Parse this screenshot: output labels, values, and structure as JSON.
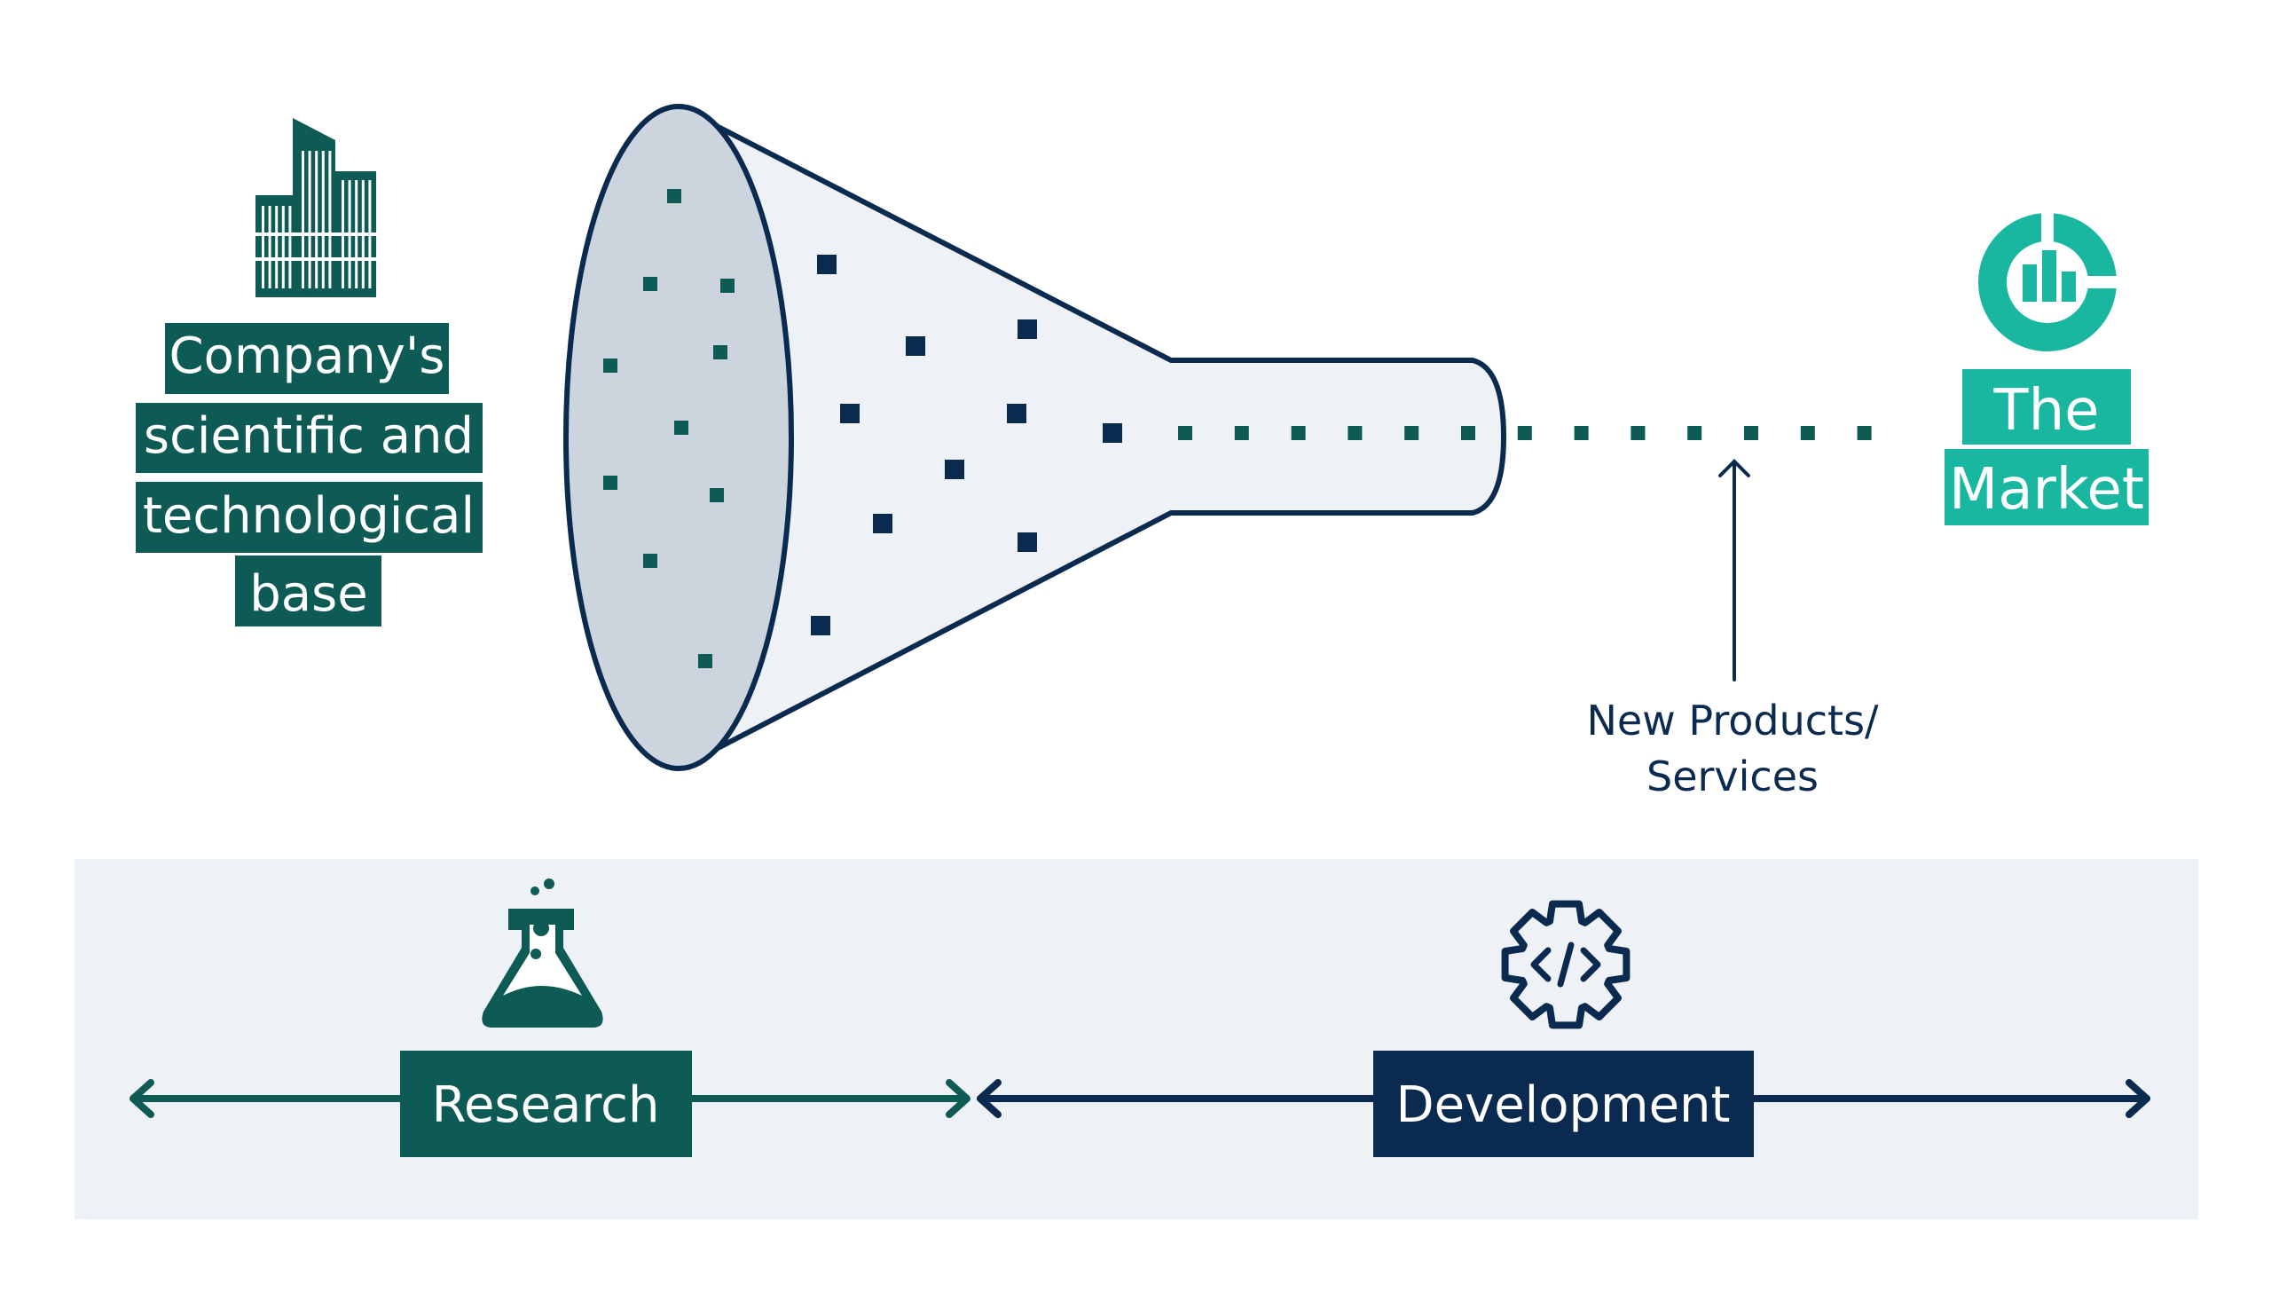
{
  "colors": {
    "dark_teal": "#0e5a55",
    "navy": "#0b2a4f",
    "bright_teal": "#19b6a0",
    "funnel_mouth": "#ccd4dd",
    "funnel_body": "#eef1f5",
    "band": "#eef1f5",
    "white": "#ffffff"
  },
  "base": {
    "icon": "office-building-icon",
    "lines": [
      "Company's",
      "scientific and",
      "technological",
      "base"
    ]
  },
  "funnel": {
    "icon": "funnel-icon"
  },
  "market": {
    "icon": "market-chart-icon",
    "lines": [
      "The",
      "Market"
    ]
  },
  "annotation": {
    "lines": [
      "New Products/",
      "Services"
    ],
    "icon": "up-arrow-icon"
  },
  "phases": {
    "research": {
      "label": "Research",
      "icon": "flask-icon"
    },
    "development": {
      "label": "Development",
      "icon": "gear-code-icon"
    }
  }
}
